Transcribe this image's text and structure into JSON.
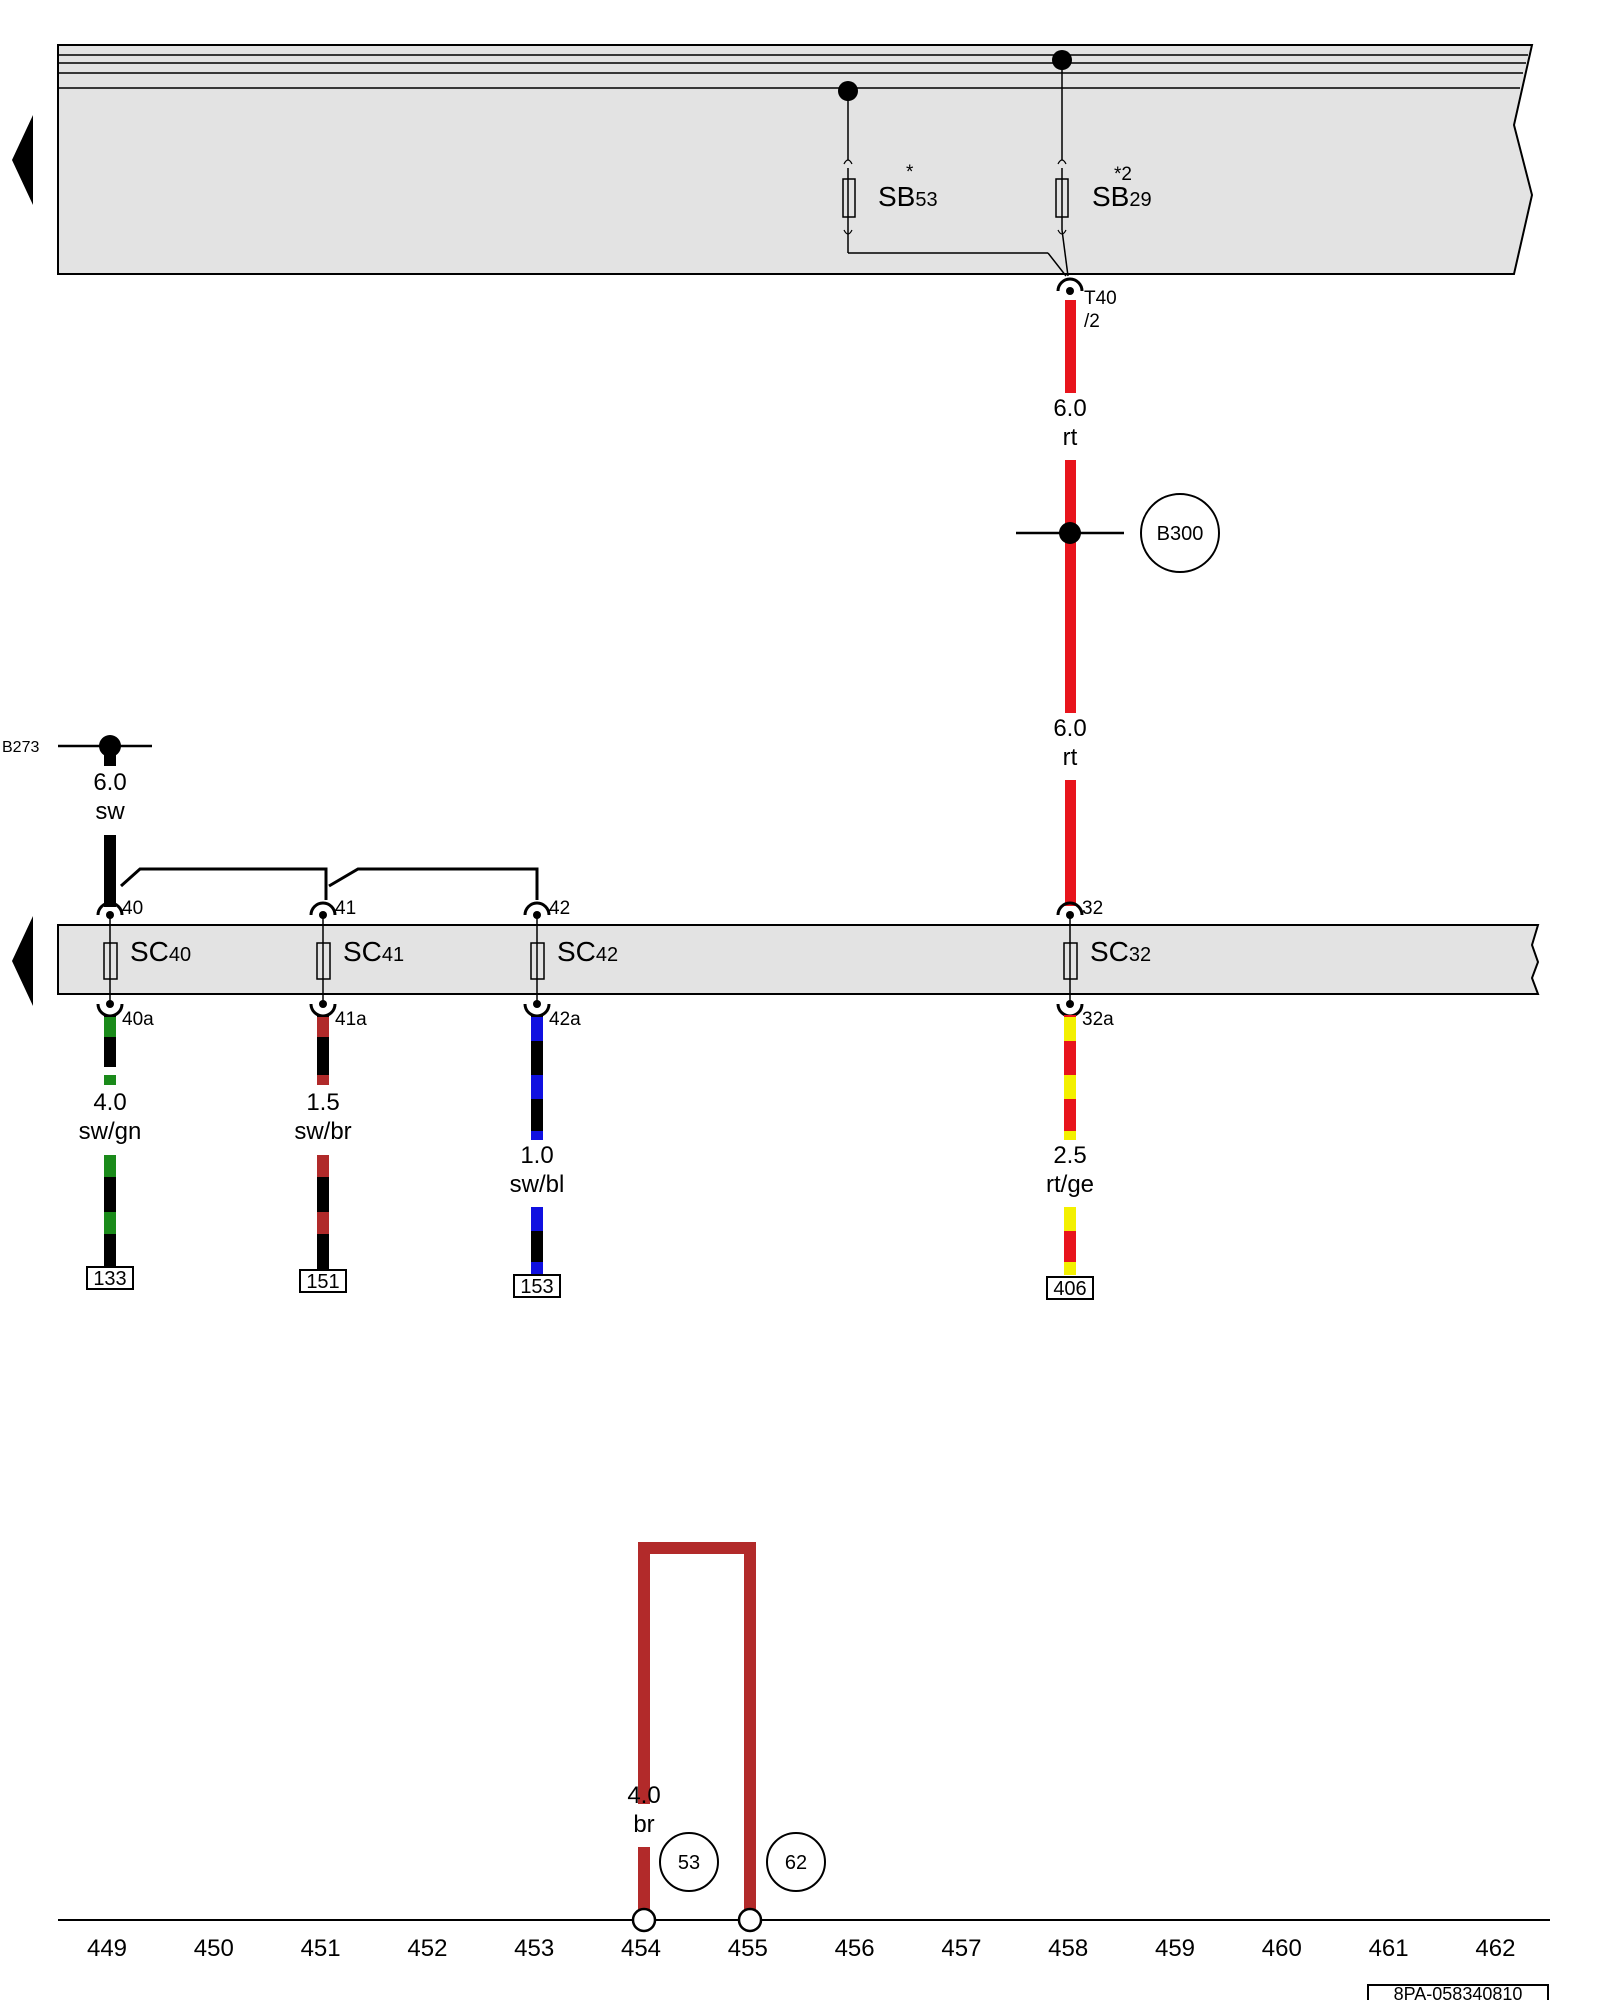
{
  "relays": {
    "top_sb53": {
      "prefix": "SB",
      "sub": "53",
      "mark": "*"
    },
    "top_sb29": {
      "prefix": "SB",
      "sub": "29",
      "mark": "*2"
    },
    "connector_top": {
      "line1": "T40",
      "line2": "/2"
    }
  },
  "wires": {
    "w1_size": "6.0",
    "w1_color": "rt",
    "w2_size": "6.0",
    "w2_color": "rt",
    "w3_size": "6.0",
    "w3_color": "sw",
    "sc40_out_size": "4.0",
    "sc40_out_color": "sw/gn",
    "sc41_out_size": "1.5",
    "sc41_out_color": "sw/br",
    "sc42_out_size": "1.0",
    "sc42_out_color": "sw/bl",
    "sc32_out_size": "2.5",
    "sc32_out_color": "rt/ge",
    "bridge_size": "4.0",
    "bridge_color": "br"
  },
  "ground_points": {
    "b300": "B300",
    "b273": "B273"
  },
  "fuses_bottom": {
    "sc40": {
      "prefix": "SC",
      "sub": "40",
      "pin_in": "40",
      "pin_out": "40a",
      "ref": "133"
    },
    "sc41": {
      "prefix": "SC",
      "sub": "41",
      "pin_in": "41",
      "pin_out": "41a",
      "ref": "151"
    },
    "sc42": {
      "prefix": "SC",
      "sub": "42",
      "pin_in": "42",
      "pin_out": "42a",
      "ref": "153"
    },
    "sc32": {
      "prefix": "SC",
      "sub": "32",
      "pin_in": "32",
      "pin_out": "32a",
      "ref": "406"
    }
  },
  "circles": {
    "c53": "53",
    "c62": "62"
  },
  "axis": [
    "449",
    "450",
    "451",
    "452",
    "453",
    "454",
    "455",
    "456",
    "457",
    "458",
    "459",
    "460",
    "461",
    "462"
  ],
  "stamp": "8PA-058340810",
  "colors": {
    "panel": "#e3e3e3",
    "red": "#e8141c",
    "black": "#000000",
    "green": "#1a8a1a",
    "brown": "#b02a2a",
    "blue": "#1010e0",
    "yellow": "#f3f000",
    "bridge": "#b22a2a"
  }
}
